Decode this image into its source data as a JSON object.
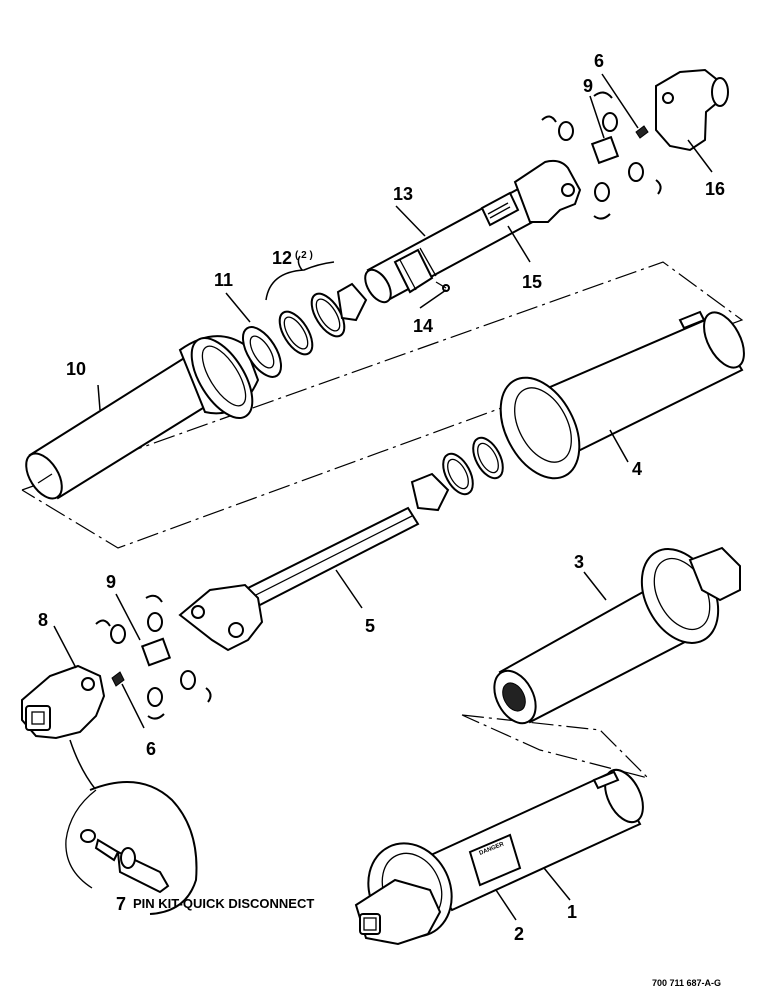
{
  "callouts": {
    "c1": "1",
    "c2": "2",
    "c3": "3",
    "c4": "4",
    "c5": "5",
    "c6_top": "6",
    "c6_bottom": "6",
    "c7_number": "7",
    "c7_label": "PIN KIT-QUICK DISCONNECT",
    "c8": "8",
    "c9_top": "9",
    "c9_bottom": "9",
    "c10": "10",
    "c11": "11",
    "c12_number": "12",
    "c12_qty": "( 2 )",
    "c13": "13",
    "c14": "14",
    "c15": "15",
    "c16": "16"
  },
  "decal_text": "DANGER",
  "drawing_number": "700 711 687-A-G"
}
